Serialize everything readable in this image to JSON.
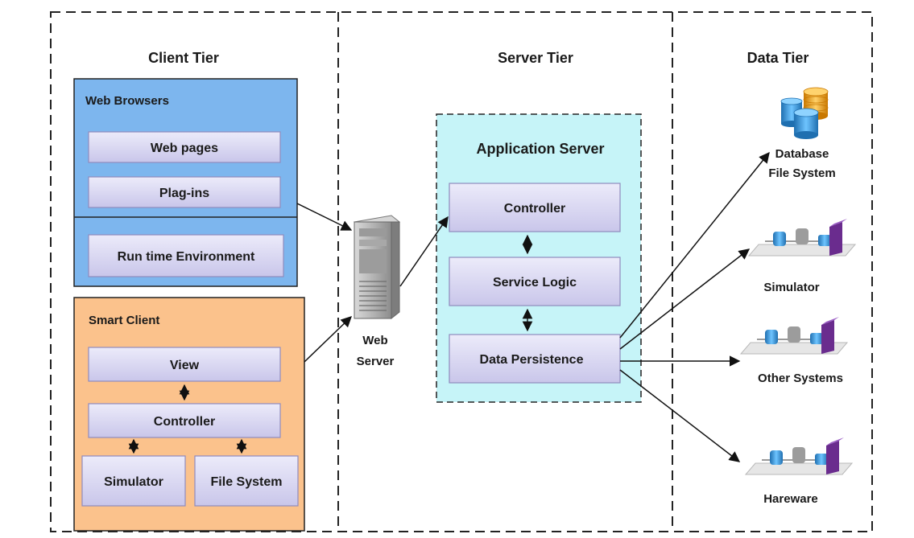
{
  "tiers": {
    "client": "Client Tier",
    "server": "Server Tier",
    "data": "Data Tier"
  },
  "client": {
    "web_browsers": {
      "title": "Web Browsers",
      "items": [
        "Web pages",
        "Plag-ins",
        "Run time Environment"
      ]
    },
    "smart_client": {
      "title": "Smart Client",
      "view": "View",
      "controller": "Controller",
      "simulator": "Simulator",
      "file_system": "File System"
    }
  },
  "server": {
    "web_server": [
      "Web",
      "Server"
    ],
    "app_server": {
      "title": "Application Server",
      "controller": "Controller",
      "service_logic": "Service Logic",
      "data_persistence": "Data Persistence"
    }
  },
  "data": {
    "database": [
      "Database",
      "File System"
    ],
    "simulator": "Simulator",
    "other_systems": "Other Systems",
    "hardware": "Hareware"
  },
  "colors": {
    "web_browsers_bg": "#7db6ee",
    "smart_client_bg": "#fbc28c",
    "app_server_bg": "#c6f4f8",
    "button_bg": "#dcdaf2",
    "device_purple": "#6a2c8e",
    "disk_blue": "#2e8fd1",
    "disk_orange": "#f0a020"
  }
}
